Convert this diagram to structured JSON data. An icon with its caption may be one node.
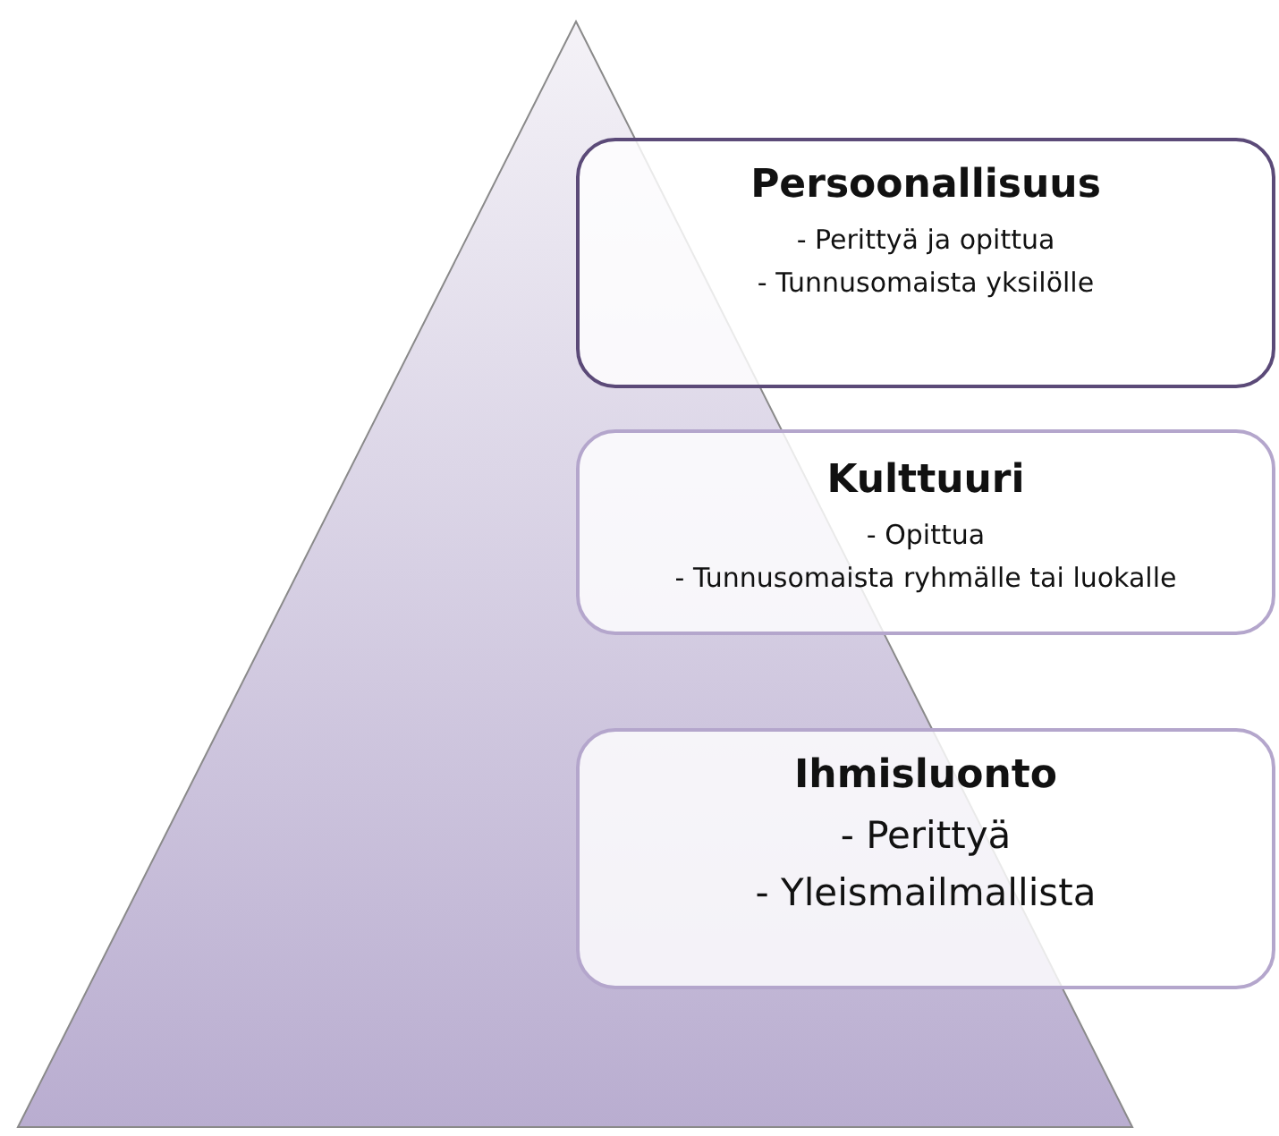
{
  "diagram": {
    "nodes": [
      {
        "text": [
          "Persoonallisuus",
          "- Perittyä ja opittua",
          "- Tunnusomaista yksilölle"
        ]
      },
      {
        "text": [
          "Kulttuuri",
          "- Opittua",
          "- Tunnusomaista ryhmälle tai luokalle"
        ]
      },
      {
        "text": [
          "Ihmisluonto",
          "- Perittyä",
          "- Yleismailmallista"
        ]
      }
    ]
  }
}
